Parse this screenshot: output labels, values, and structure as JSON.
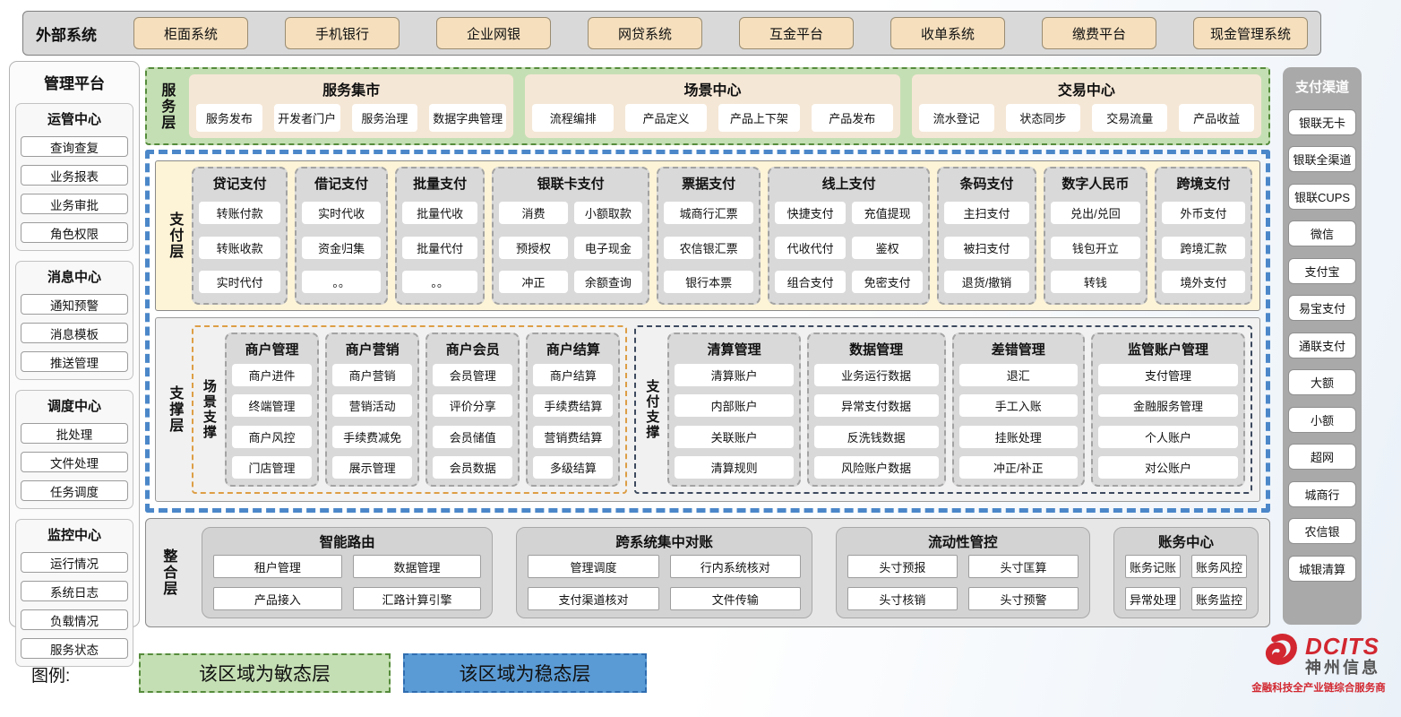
{
  "colors": {
    "agile_green": "#c5dfb4",
    "agile_border": "#568c3c",
    "stable_blue": "#5b9bd5",
    "stable_border": "#4b87c9",
    "tan_button": "#f5dfbd",
    "logo_red": "#d22730"
  },
  "external": {
    "title": "外部系统",
    "systems": [
      "柜面系统",
      "手机银行",
      "企业网银",
      "网贷系统",
      "互金平台",
      "收单系统",
      "缴费平台",
      "现金管理系统"
    ]
  },
  "management": {
    "title": "管理平台",
    "groups": [
      {
        "title": "运管中心",
        "items": [
          "查询查复",
          "业务报表",
          "业务审批",
          "角色权限"
        ]
      },
      {
        "title": "消息中心",
        "items": [
          "通知预警",
          "消息模板",
          "推送管理"
        ]
      },
      {
        "title": "调度中心",
        "items": [
          "批处理",
          "文件处理",
          "任务调度"
        ]
      },
      {
        "title": "监控中心",
        "items": [
          "运行情况",
          "系统日志",
          "负载情况",
          "服务状态"
        ]
      }
    ]
  },
  "service_layer": {
    "label": "服务层",
    "groups": [
      {
        "title": "服务集市",
        "items": [
          "服务发布",
          "开发者门户",
          "服务治理",
          "数据字典管理"
        ]
      },
      {
        "title": "场景中心",
        "items": [
          "流程编排",
          "产品定义",
          "产品上下架",
          "产品发布"
        ]
      },
      {
        "title": "交易中心",
        "items": [
          "流水登记",
          "状态同步",
          "交易流量",
          "产品收益"
        ]
      }
    ]
  },
  "payment_layer": {
    "label": "支付层",
    "columns": [
      {
        "title": "贷记支付",
        "cols": 1,
        "items": [
          "转账付款",
          "转账收款",
          "实时代付"
        ]
      },
      {
        "title": "借记支付",
        "cols": 1,
        "items": [
          "实时代收",
          "资金归集",
          "。。"
        ]
      },
      {
        "title": "批量支付",
        "cols": 1,
        "items": [
          "批量代收",
          "批量代付",
          "。。"
        ]
      },
      {
        "title": "银联卡支付",
        "cols": 2,
        "items": [
          "消费",
          "小额取款",
          "预授权",
          "电子现金",
          "冲正",
          "余额查询"
        ]
      },
      {
        "title": "票据支付",
        "cols": 1,
        "items": [
          "城商行汇票",
          "农信银汇票",
          "银行本票"
        ]
      },
      {
        "title": "线上支付",
        "cols": 2,
        "items": [
          "快捷支付",
          "充值提现",
          "代收代付",
          "鉴权",
          "组合支付",
          "免密支付"
        ]
      },
      {
        "title": "条码支付",
        "cols": 1,
        "items": [
          "主扫支付",
          "被扫支付",
          "退货/撤销"
        ]
      },
      {
        "title": "数字人民币",
        "cols": 1,
        "items": [
          "兑出/兑回",
          "钱包开立",
          "转钱"
        ]
      },
      {
        "title": "跨境支付",
        "cols": 1,
        "items": [
          "外币支付",
          "跨境汇款",
          "境外支付"
        ]
      }
    ]
  },
  "support_layer": {
    "label": "支撑层",
    "scene": {
      "label": "场景支撑",
      "columns": [
        {
          "title": "商户管理",
          "items": [
            "商户进件",
            "终端管理",
            "商户风控",
            "门店管理"
          ]
        },
        {
          "title": "商户营销",
          "items": [
            "商户营销",
            "营销活动",
            "手续费减免",
            "展示管理"
          ]
        },
        {
          "title": "商户会员",
          "items": [
            "会员管理",
            "评价分享",
            "会员储值",
            "会员数据"
          ]
        },
        {
          "title": "商户结算",
          "items": [
            "商户结算",
            "手续费结算",
            "营销费结算",
            "多级结算"
          ]
        }
      ]
    },
    "payment": {
      "label": "支付支撑",
      "columns": [
        {
          "title": "清算管理",
          "items": [
            "清算账户",
            "内部账户",
            "关联账户",
            "清算规则"
          ]
        },
        {
          "title": "数据管理",
          "items": [
            "业务运行数据",
            "异常支付数据",
            "反洗钱数据",
            "风险账户数据"
          ]
        },
        {
          "title": "差错管理",
          "items": [
            "退汇",
            "手工入账",
            "挂账处理",
            "冲正/补正"
          ]
        },
        {
          "title": "监管账户管理",
          "items": [
            "支付管理",
            "金融服务管理",
            "个人账户",
            "对公账户"
          ]
        }
      ]
    }
  },
  "integration_layer": {
    "label": "整合层",
    "groups": [
      {
        "title": "智能路由",
        "items": [
          "租户管理",
          "数据管理",
          "产品接入",
          "汇路计算引擎"
        ]
      },
      {
        "title": "跨系统集中对账",
        "items": [
          "管理调度",
          "行内系统核对",
          "支付渠道核对",
          "文件传输"
        ]
      },
      {
        "title": "流动性管控",
        "items": [
          "头寸预报",
          "头寸匡算",
          "头寸核销",
          "头寸预警"
        ]
      },
      {
        "title": "账务中心",
        "items": [
          "账务记账",
          "账务风控",
          "异常处理",
          "账务监控"
        ]
      }
    ]
  },
  "channels": {
    "title": "支付渠道",
    "items": [
      "银联无卡",
      "银联全渠道",
      "银联CUPS",
      "微信",
      "支付宝",
      "易宝支付",
      "通联支付",
      "大额",
      "小额",
      "超网",
      "城商行",
      "农信银",
      "城银清算"
    ]
  },
  "legend": {
    "label": "图例:",
    "agile": "该区域为敏态层",
    "stable": "该区域为稳态层"
  },
  "logo": {
    "brand": "DCITS",
    "company": "神州信息",
    "tagline": "金融科技全产业链综合服务商"
  }
}
